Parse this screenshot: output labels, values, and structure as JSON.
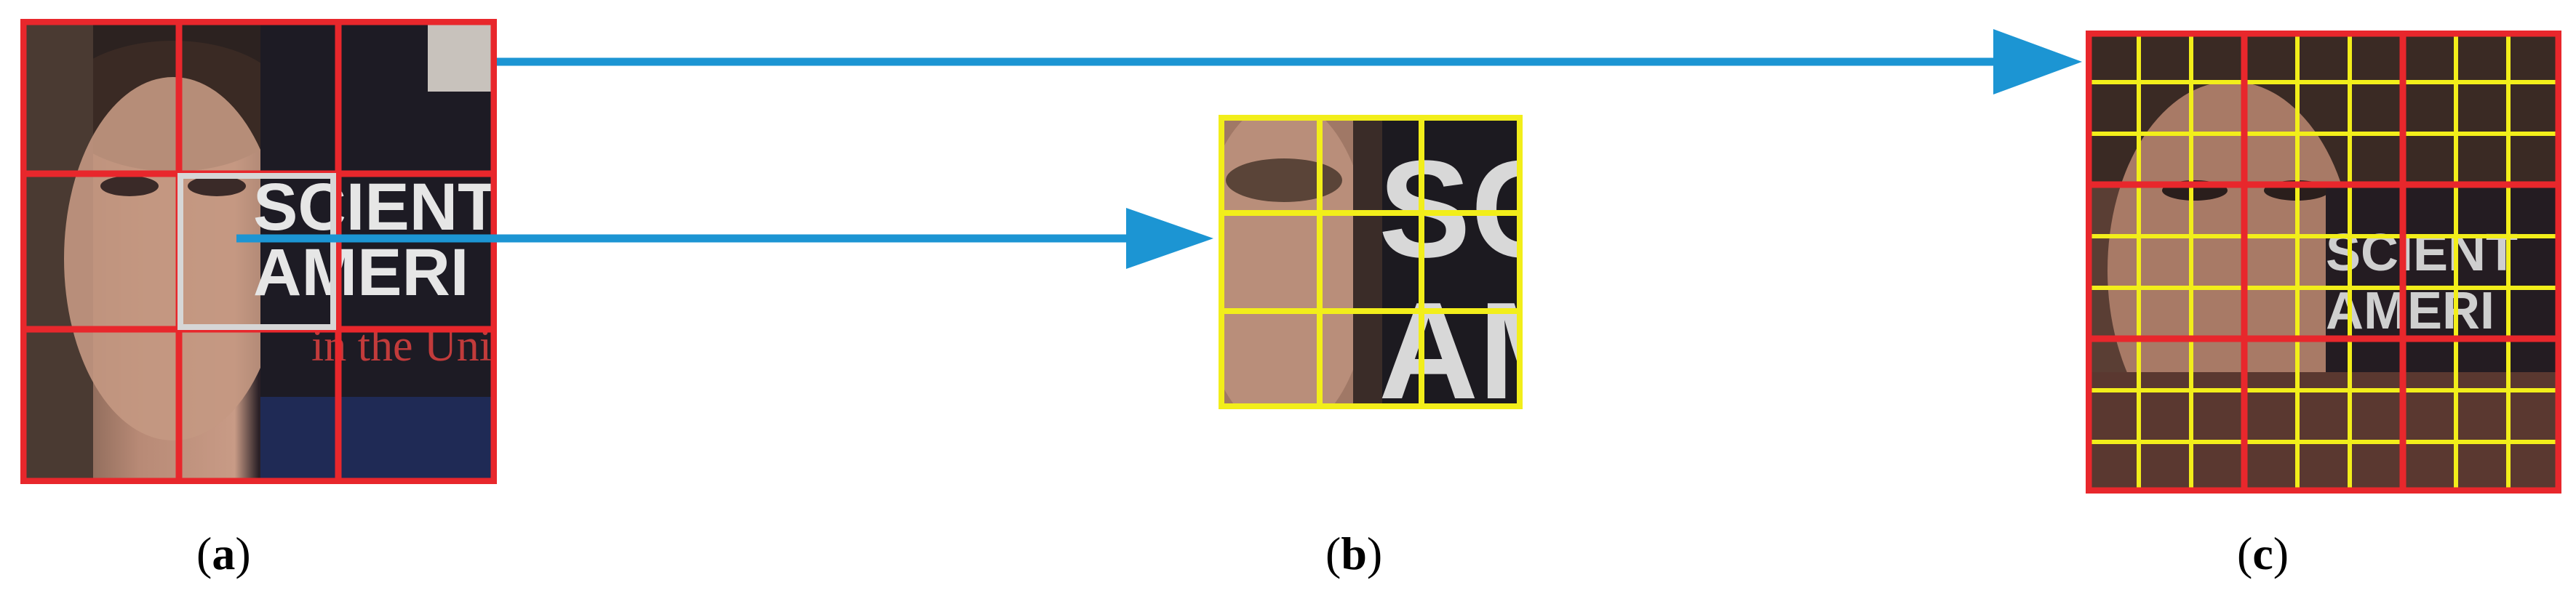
{
  "colors": {
    "grid_red": "#e8272c",
    "grid_yellow": "#f2ee1a",
    "arrow_blue": "#1c95d3",
    "highlight_box": "#d6d6d6"
  },
  "panels": [
    {
      "caption_letter": "a"
    },
    {
      "caption_letter": "b"
    },
    {
      "caption_letter": "c"
    }
  ],
  "image_text": {
    "line1": "SCIENT",
    "line2": "AMERI",
    "line3": "in the Uni",
    "b_line1": "SC",
    "b_line2": "AM"
  },
  "grids": {
    "a": {
      "rows": 3,
      "cols": 3
    },
    "b": {
      "rows": 3,
      "cols": 3
    },
    "c": {
      "rows": 3,
      "cols": 3,
      "sub_rows": 3,
      "sub_cols": 3
    }
  }
}
